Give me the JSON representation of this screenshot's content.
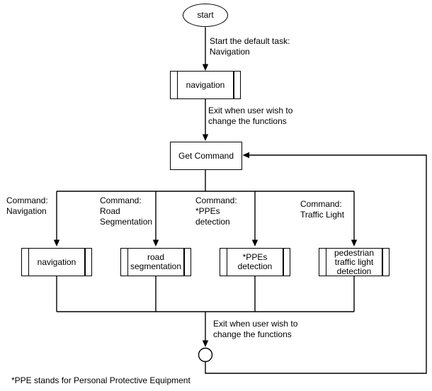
{
  "diagram": {
    "colors": {
      "stroke": "#000000",
      "fill": "#ffffff",
      "text": "#000000"
    },
    "nodes": {
      "start": "start",
      "navigation_top": "navigation",
      "get_command": "Get Command",
      "navigation": "navigation",
      "road_segmentation": "road\nsegmentation",
      "ppes_detection": "*PPEs\ndetection",
      "pedestrian_traffic_light": "pedestrian\ntraffic light\ndetection"
    },
    "edge_labels": {
      "start_default_task": "Start the default task:\nNavigation",
      "exit_top": "Exit when user wish to\nchange the functions",
      "cmd_navigation": "Command:\nNavigation",
      "cmd_road_segmentation": "Command:\nRoad\nSegmentation",
      "cmd_ppes": "Command:\n*PPEs\ndetection",
      "cmd_traffic_light": "Command:\nTraffic Light",
      "exit_bottom": "Exit when user wish to\nchange the functions"
    },
    "footnote": "*PPE stands for Personal Protective Equipment"
  }
}
